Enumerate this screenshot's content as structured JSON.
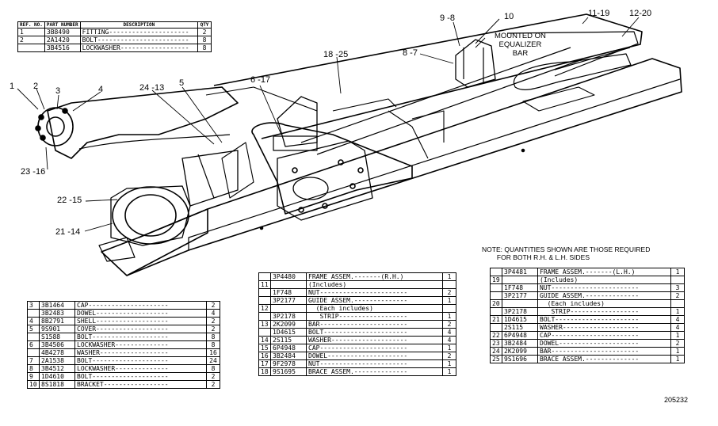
{
  "callouts": {
    "c1": "1",
    "c2": "2",
    "c3": "3",
    "c4": "4",
    "c5": "5",
    "c6_17": "6 -17",
    "c8_7": "8 -7",
    "c9_8": "9 -8",
    "c10": "10",
    "c11_19": "11-19",
    "c12_20": "12-20",
    "c18_25": "18 -25",
    "c24_13": "24 -13",
    "c23_16": "23 -16",
    "c22_15": "22 -15",
    "c21_14": "21 -14",
    "mounted": "MOUNTED ON\nEQUALIZER\nBAR"
  },
  "note": "NOTE: QUANTITIES SHOWN ARE THOSE REQUIRED\n        FOR BOTH R.H. & L.H. SIDES",
  "figure_ref": "205232",
  "table_top": {
    "headers": [
      "REF. NO.",
      "PART NUMBER",
      "DESCRIPTION",
      "QTY"
    ],
    "rows": [
      {
        "ref": "1",
        "part": "3B8490",
        "desc": "FITTING",
        "qty": "2"
      },
      {
        "ref": "2",
        "part": "2A1420",
        "desc": "BOLT",
        "qty": "8"
      },
      {
        "ref": "",
        "part": "3B4516",
        "desc": "LOCKWASHER",
        "qty": "8"
      }
    ]
  },
  "table_left": {
    "rows": [
      {
        "ref": "3",
        "part": "3B1464",
        "desc": "CAP",
        "qty": "2"
      },
      {
        "ref": "",
        "part": "3B2483",
        "desc": "DOWEL",
        "qty": "4"
      },
      {
        "ref": "4",
        "part": "8B2791",
        "desc": "SHELL",
        "qty": "2"
      },
      {
        "ref": "5",
        "part": "9S901",
        "desc": "COVER",
        "qty": "2"
      },
      {
        "ref": "",
        "part": "S1588",
        "desc": "BOLT",
        "qty": "8"
      },
      {
        "ref": "6",
        "part": "3B4506",
        "desc": "LOCKWASHER",
        "qty": "8"
      },
      {
        "ref": "",
        "part": "4B4278",
        "desc": "WASHER",
        "qty": "16"
      },
      {
        "ref": "7",
        "part": "2A1538",
        "desc": "BOLT",
        "qty": "24"
      },
      {
        "ref": "8",
        "part": "3B4512",
        "desc": "LOCKWASHER",
        "qty": "8"
      },
      {
        "ref": "9",
        "part": "1D4610",
        "desc": "BOLT",
        "qty": "2"
      },
      {
        "ref": "10",
        "part": "8S1818",
        "desc": "BRACKET",
        "qty": "2"
      }
    ]
  },
  "table_mid": {
    "rows": [
      {
        "ref": "",
        "part": "3P4480",
        "desc": "FRAME ASSEM.",
        "extra": "(R.H.)",
        "qty": "1"
      },
      {
        "ref": "11",
        "part": "",
        "desc": "(Includes)",
        "qty": ""
      },
      {
        "ref": "",
        "part": "1F748",
        "desc": "NUT",
        "qty": "2"
      },
      {
        "ref": "",
        "part": "3P2177",
        "desc": "GUIDE ASSEM.",
        "qty": "1"
      },
      {
        "ref": "12",
        "part": "",
        "desc": "  (Each includes)",
        "qty": ""
      },
      {
        "ref": "",
        "part": "3P2178",
        "desc": "   STRIP",
        "qty": "1"
      },
      {
        "ref": "13",
        "part": "2K2099",
        "desc": "BAR",
        "qty": "2"
      },
      {
        "ref": "",
        "part": "1D4615",
        "desc": "BOLT",
        "qty": "4"
      },
      {
        "ref": "14",
        "part": "2S115",
        "desc": "WASHER",
        "qty": "4"
      },
      {
        "ref": "15",
        "part": "6P4948",
        "desc": "CAP",
        "qty": "1"
      },
      {
        "ref": "16",
        "part": "3B2484",
        "desc": "DOWEL",
        "qty": "2"
      },
      {
        "ref": "17",
        "part": "9F2978",
        "desc": "NUT",
        "qty": "1"
      },
      {
        "ref": "18",
        "part": "9S1695",
        "desc": "BRACE ASSEM.",
        "qty": "1"
      }
    ]
  },
  "table_right": {
    "rows": [
      {
        "ref": "",
        "part": "3P4481",
        "desc": "FRAME ASSEM.",
        "extra": "(L.H.)",
        "qty": "1"
      },
      {
        "ref": "19",
        "part": "",
        "desc": "(Includes)",
        "qty": ""
      },
      {
        "ref": "",
        "part": "1F748",
        "desc": "NUT",
        "qty": "3"
      },
      {
        "ref": "",
        "part": "3P2177",
        "desc": "GUIDE ASSEM.",
        "qty": "2"
      },
      {
        "ref": "20",
        "part": "",
        "desc": "  (Each includes)",
        "qty": ""
      },
      {
        "ref": "",
        "part": "3P2178",
        "desc": "   STRIP",
        "qty": "1"
      },
      {
        "ref": "21",
        "part": "1D4615",
        "desc": "BOLT",
        "qty": "4"
      },
      {
        "ref": "",
        "part": "2S115",
        "desc": "WASHER",
        "qty": "4"
      },
      {
        "ref": "22",
        "part": "6P4948",
        "desc": "CAP",
        "qty": "1"
      },
      {
        "ref": "23",
        "part": "3B2484",
        "desc": "DOWEL",
        "qty": "2"
      },
      {
        "ref": "24",
        "part": "2K2099",
        "desc": "BAR",
        "qty": "1"
      },
      {
        "ref": "25",
        "part": "9S1696",
        "desc": "BRACE ASSEM.",
        "qty": "1"
      }
    ]
  }
}
